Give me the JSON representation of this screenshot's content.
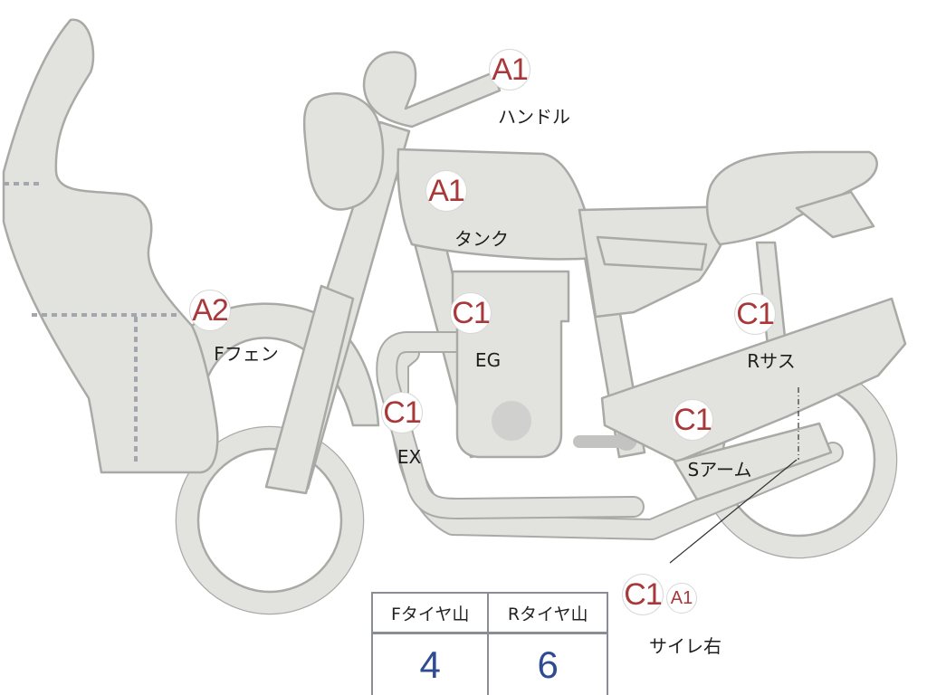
{
  "parts": [
    {
      "id": "handle",
      "grades": [
        "A1"
      ],
      "label": "ハンドル"
    },
    {
      "id": "tank",
      "grades": [
        "A1"
      ],
      "label": "タンク"
    },
    {
      "id": "front-fender",
      "grades": [
        "A2"
      ],
      "label": "Fフェン"
    },
    {
      "id": "engine",
      "grades": [
        "C1"
      ],
      "label": "EG"
    },
    {
      "id": "exhaust",
      "grades": [
        "C1"
      ],
      "label": "EX"
    },
    {
      "id": "rear-suspension",
      "grades": [
        "C1"
      ],
      "label": "Rサス"
    },
    {
      "id": "swing-arm",
      "grades": [
        "C1"
      ],
      "label": "Sアーム"
    },
    {
      "id": "muffler-right",
      "grades": [
        "C1",
        "A1"
      ],
      "label": "サイレ右"
    }
  ],
  "tire_table": {
    "headers": [
      "Fタイヤ山",
      "Rタイヤ山"
    ],
    "values": [
      "4",
      "6"
    ]
  },
  "colors": {
    "grade_text": "#a8383a",
    "part_fill": "#e2e2de",
    "part_outline": "#a9a9a6",
    "table_value": "#2f4b91"
  }
}
